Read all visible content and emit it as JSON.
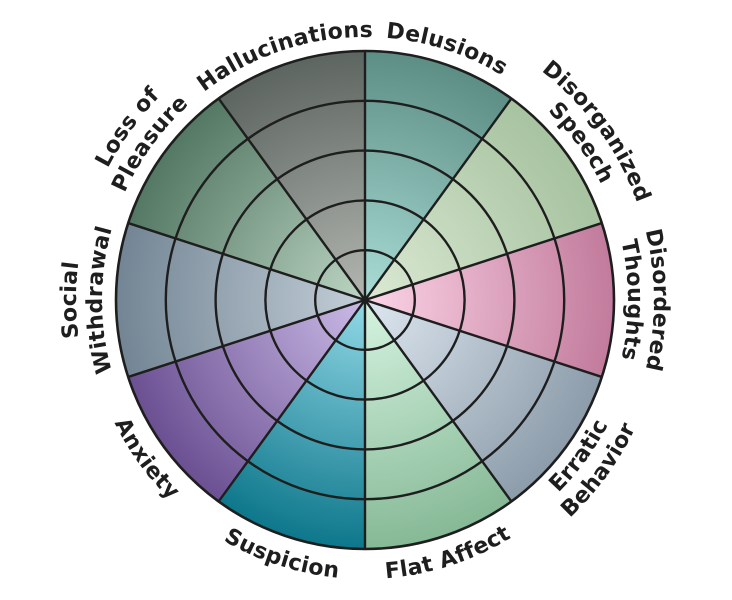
{
  "diagram": {
    "title": "Symptom wheel",
    "rings": 5,
    "segments": [
      {
        "id": "delusions",
        "lines": [
          "Delusions"
        ],
        "inner_color": "#a9ddd6",
        "outer_color": "#5d8e85"
      },
      {
        "id": "disorganized-speech",
        "lines": [
          "Disorganized",
          "Speech"
        ],
        "inner_color": "#dbe9d3",
        "outer_color": "#a7c3a0"
      },
      {
        "id": "disordered-thoughts",
        "lines": [
          "Disordered",
          "Thoughts"
        ],
        "inner_color": "#fcd5e7",
        "outer_color": "#c27b9c"
      },
      {
        "id": "erratic-behavior",
        "lines": [
          "Erratic",
          "Behavior"
        ],
        "inner_color": "#dee7f0",
        "outer_color": "#8c9caa"
      },
      {
        "id": "flat-affect",
        "lines": [
          "Flat Affect"
        ],
        "inner_color": "#d6f4e1",
        "outer_color": "#86b996"
      },
      {
        "id": "suspicion",
        "lines": [
          "Suspicion"
        ],
        "inner_color": "#92d9e7",
        "outer_color": "#0e778b"
      },
      {
        "id": "anxiety",
        "lines": [
          "Anxiety"
        ],
        "inner_color": "#cbbbe7",
        "outer_color": "#6b5092"
      },
      {
        "id": "social-withdrawal",
        "lines": [
          "Social",
          "Withdrawal"
        ],
        "inner_color": "#c3cfd8",
        "outer_color": "#738594"
      },
      {
        "id": "loss-of-pleasure",
        "lines": [
          "Loss of",
          "Pleasure"
        ],
        "inner_color": "#bcd5c3",
        "outer_color": "#537864"
      },
      {
        "id": "hallucinations",
        "lines": [
          "Hallucinations"
        ],
        "inner_color": "#b3b7b1",
        "outer_color": "#5d6561"
      }
    ],
    "line_color": "#1e1e1e"
  }
}
